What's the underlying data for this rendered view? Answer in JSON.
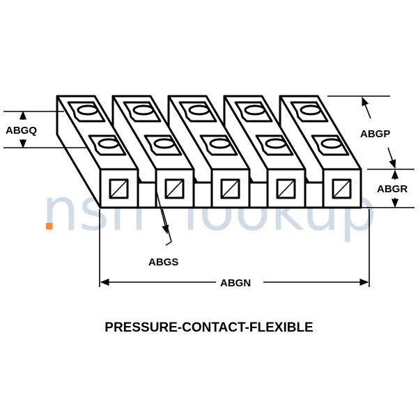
{
  "labels": {
    "abgq": "ABGQ",
    "abgp": "ABGP",
    "abgr": "ABGR",
    "abgs": "ABGS",
    "abgn": "ABGN"
  },
  "title": "PRESSURE-CONTACT-FLEXIBLE",
  "watermark": {
    "prefix": "nsn",
    "suffix": "lookup",
    "dot_color": "#f08a3c",
    "text_color": "#a9bfd3"
  },
  "block_count": 5
}
